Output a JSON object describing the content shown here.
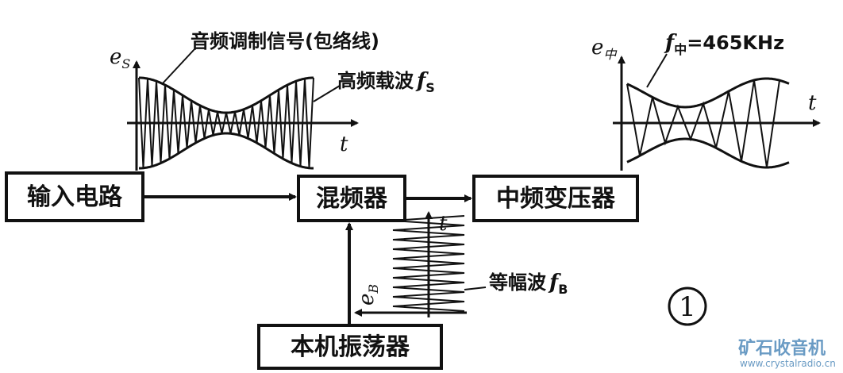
{
  "waveform_input": {
    "axis_y": "e",
    "axis_y_sub": "S",
    "axis_x": "t",
    "envelope_label": "音频调制信号(包络线)",
    "carrier_label": "高频载波",
    "carrier_symbol": "f",
    "carrier_symbol_sub": "S"
  },
  "waveform_output": {
    "axis_y": "e",
    "axis_y_sub": "中",
    "axis_x": "t",
    "freq_label": "f",
    "freq_label_sub": "中",
    "freq_value": "=465KHz"
  },
  "blocks": {
    "input_circuit": "输入电路",
    "mixer": "混频器",
    "if_transformer": "中频变压器",
    "local_oscillator": "本机振荡器"
  },
  "oscillator_wave": {
    "axis_y": "e",
    "axis_y_sub": "B",
    "axis_x": "t",
    "label": "等幅波",
    "symbol": "f",
    "symbol_sub": "B"
  },
  "figure_number": "1",
  "watermark": {
    "site_name": "矿石收音机",
    "url": "www.crystalradio.cn"
  }
}
